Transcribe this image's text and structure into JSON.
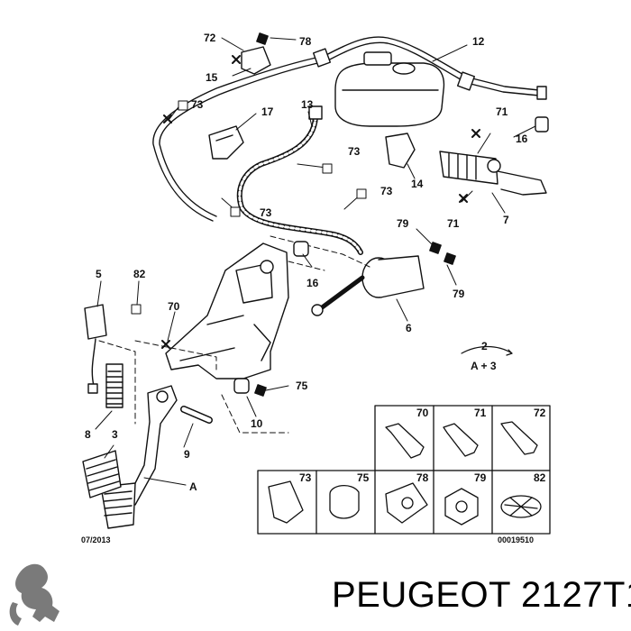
{
  "diagram": {
    "callouts": {
      "c72": "72",
      "c78": "78",
      "c15": "15",
      "c12": "12",
      "c73a": "73",
      "c17": "17",
      "c13": "13",
      "c73b": "73",
      "c71a": "71",
      "c16a": "16",
      "c14": "14",
      "c73c": "73",
      "c73d": "73",
      "c71b": "71",
      "c7": "7",
      "c79a": "79",
      "c16b": "16",
      "c79b": "79",
      "c5": "5",
      "c82": "82",
      "c70": "70",
      "c6": "6",
      "c2": "2",
      "c2sub": "A + 3",
      "c75": "75",
      "c10": "10",
      "c8": "8",
      "c3": "3",
      "c9": "9",
      "cA": "A"
    },
    "legend": {
      "top_row": [
        "70",
        "71",
        "72"
      ],
      "bottom_row": [
        "73",
        "75",
        "78",
        "79",
        "82"
      ]
    },
    "date_code": "07/2013",
    "ref_code": "00019510"
  },
  "brand_text": "PEUGEOT 2127T1"
}
